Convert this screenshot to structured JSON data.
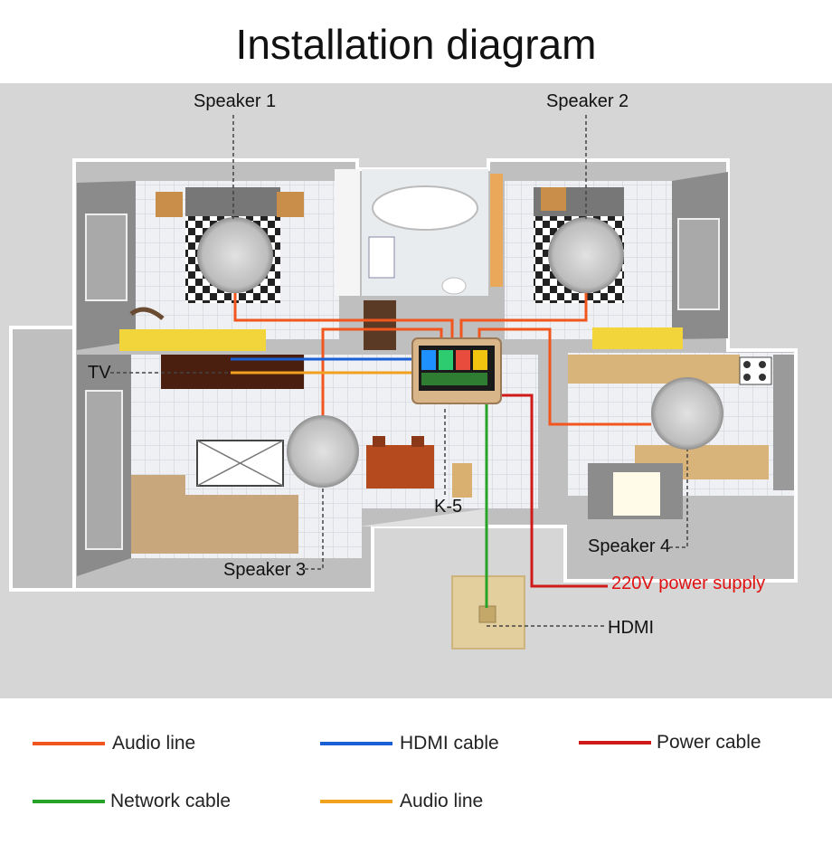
{
  "title": "Installation diagram",
  "labels": {
    "speaker1": "Speaker 1",
    "speaker2": "Speaker 2",
    "speaker3": "Speaker 3",
    "speaker4": "Speaker 4",
    "tv": "TV",
    "k5": "K-5",
    "power": "220V power supply",
    "hdmi": "HDMI"
  },
  "colors": {
    "audio_orange": "#f0561e",
    "hdmi_blue": "#1b5fd6",
    "power_red": "#d01a1a",
    "network_green": "#27a327",
    "audio_yellow": "#f0a21e",
    "power_label": "#e01010"
  },
  "legend": [
    {
      "label": "Audio line",
      "color": "#f0561e"
    },
    {
      "label": "HDMI cable",
      "color": "#1b5fd6"
    },
    {
      "label": "Power cable",
      "color": "#d01a1a"
    },
    {
      "label": "Network cable",
      "color": "#27a327"
    },
    {
      "label": "Audio line",
      "color": "#f0a21e"
    }
  ]
}
